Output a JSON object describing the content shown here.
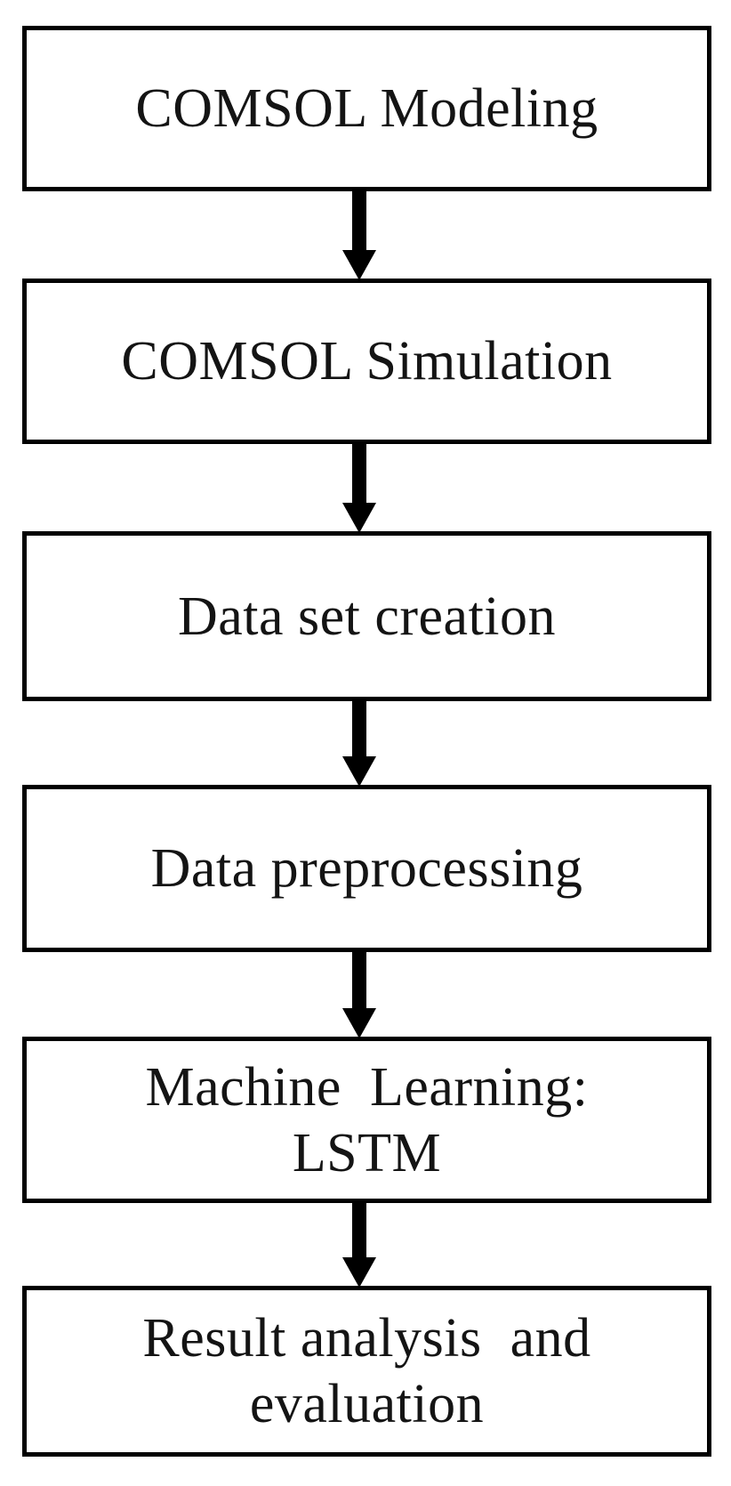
{
  "diagram": {
    "type": "flowchart",
    "orientation": "vertical",
    "title": "",
    "background_color": "#ffffff",
    "box_border_color": "#000000",
    "text_color": "#141414",
    "nodes": [
      {
        "id": "comsol-modeling",
        "label": "COMSOL Modeling",
        "line1": "COMSOL Modeling",
        "line2": ""
      },
      {
        "id": "comsol-simulation",
        "label": "COMSOL Simulation",
        "line1": "COMSOL Simulation",
        "line2": ""
      },
      {
        "id": "data-set-creation",
        "label": "Data set creation",
        "line1": "Data set creation",
        "line2": ""
      },
      {
        "id": "data-preprocessing",
        "label": "Data preprocessing",
        "line1": "Data preprocessing",
        "line2": ""
      },
      {
        "id": "machine-learning",
        "label": "Machine Learning: LSTM",
        "line1": "Machine  Learning:",
        "line2": "LSTM"
      },
      {
        "id": "result-analysis",
        "label": "Result analysis and evaluation",
        "line1": "Result analysis  and",
        "line2": "evaluation"
      }
    ],
    "connectors": [
      {
        "from": "comsol-modeling",
        "to": "comsol-simulation",
        "style": "solid-arrow-down"
      },
      {
        "from": "comsol-simulation",
        "to": "data-set-creation",
        "style": "solid-arrow-down"
      },
      {
        "from": "data-set-creation",
        "to": "data-preprocessing",
        "style": "solid-arrow-down"
      },
      {
        "from": "data-preprocessing",
        "to": "machine-learning",
        "style": "solid-arrow-down"
      },
      {
        "from": "machine-learning",
        "to": "result-analysis",
        "style": "solid-arrow-down"
      }
    ]
  }
}
